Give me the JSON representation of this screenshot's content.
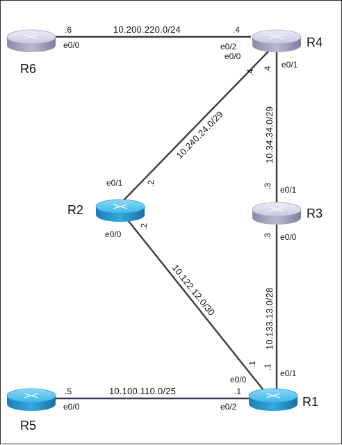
{
  "routers": [
    {
      "id": "R6",
      "label": "R6",
      "color": "gray"
    },
    {
      "id": "R4",
      "label": "R4",
      "color": "gray"
    },
    {
      "id": "R2",
      "label": "R2",
      "color": "blue"
    },
    {
      "id": "R3",
      "label": "R3",
      "color": "gray"
    },
    {
      "id": "R5",
      "label": "R5",
      "color": "blue"
    },
    {
      "id": "R1",
      "label": "R1",
      "color": "blue"
    }
  ],
  "colors": {
    "gray_router_top": "#d9d9ee",
    "gray_router_side": "#9a9ab4",
    "blue_router_top": "#4fc3ef",
    "blue_router_side": "#1f8fc8",
    "link": "#3a3a4a"
  },
  "links": [
    {
      "id": "r6-r4",
      "subnet": "10.200.220.0/24",
      "a_ip": ".6",
      "a_if": "e0/0",
      "b_ip": ".4",
      "b_if": "e0/2"
    },
    {
      "id": "r4-r2",
      "subnet": "10.240.24.0/29",
      "a_ip": ".4",
      "a_if": "e0/0",
      "b_ip": ".2",
      "b_if": "e0/1"
    },
    {
      "id": "r4-r3",
      "subnet": "10.34.34.0/29",
      "a_ip": ".4",
      "a_if": "e0/1",
      "b_ip": ".3",
      "b_if": "e0/1"
    },
    {
      "id": "r2-r1",
      "subnet": "10.122.12.0/30",
      "a_ip": ".2",
      "a_if": "e0/0",
      "b_ip": ".1",
      "b_if": "e0/0"
    },
    {
      "id": "r3-r1",
      "subnet": "10.133.13.0/28",
      "a_ip": ".3",
      "a_if": "e0/0",
      "b_ip": ".1",
      "b_if": "e0/1"
    },
    {
      "id": "r5-r1",
      "subnet": "10.100.110.0/25",
      "a_ip": ".5",
      "a_if": "e0/0",
      "b_ip": ".1",
      "b_if": "e0/2"
    }
  ]
}
